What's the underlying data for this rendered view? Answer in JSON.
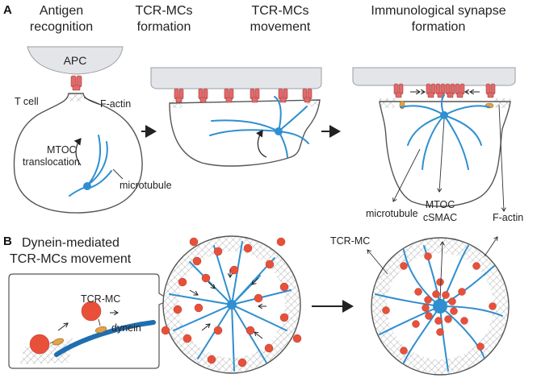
{
  "panel_a": {
    "letter": "A",
    "titles": {
      "antigen_line1": "Antigen",
      "antigen_line2": "recognition",
      "formation_line1": "TCR-MCs",
      "formation_line2": "formation",
      "movement_line1": "TCR-MCs",
      "movement_line2": "movement",
      "synapse_line1": "Immunological synapse",
      "synapse_line2": "formation"
    },
    "labels": {
      "apc": "APC",
      "t_cell": "T cell",
      "f_actin": "F-actin",
      "mtoc_line1": "MTOC",
      "mtoc_line2": "translocation",
      "microtubule": "microtubule",
      "microtubule_2": "microtubule",
      "mtoc_csmac_line1": "MTOC",
      "mtoc_csmac_line2": "cSMAC",
      "f_actin_2": "F-actin"
    }
  },
  "panel_b": {
    "letter": "B",
    "title_line1": "Dynein-mediated",
    "title_line2": "TCR-MCs movement",
    "labels": {
      "tcr_mc_inset": "TCR-MC",
      "dynein": "dynein",
      "tcr_mc_disc": "TCR-MC"
    }
  },
  "colors": {
    "microtubule": "#2f8fd0",
    "tcr_mc": "#e8503a",
    "dynein": "#e2a34a",
    "apc": "#e3e5e8"
  }
}
